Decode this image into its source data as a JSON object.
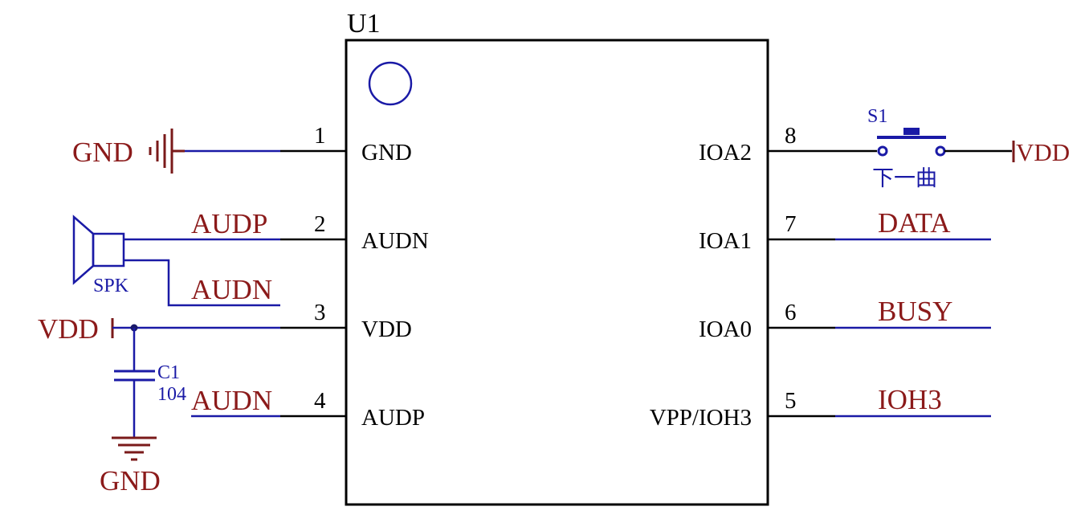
{
  "chip": {
    "ref": "U1",
    "left_pins": [
      {
        "num": "1",
        "name": "GND"
      },
      {
        "num": "2",
        "name": "AUDN"
      },
      {
        "num": "3",
        "name": "VDD"
      },
      {
        "num": "4",
        "name": "AUDP"
      }
    ],
    "right_pins": [
      {
        "num": "8",
        "name": "IOA2"
      },
      {
        "num": "7",
        "name": "IOA1"
      },
      {
        "num": "6",
        "name": "IOA0"
      },
      {
        "num": "5",
        "name": "VPP/IOH3"
      }
    ]
  },
  "nets": {
    "gnd_top": "GND",
    "audp_spk": "AUDP",
    "audn_spk": "AUDN",
    "vdd_left": "VDD",
    "audn_pin4": "AUDN",
    "gnd_bottom": "GND",
    "vdd_right": "VDD",
    "data": "DATA",
    "busy": "BUSY",
    "ioh3": "IOH3"
  },
  "components": {
    "speaker": "SPK",
    "cap_ref": "C1",
    "cap_value": "104",
    "switch_ref": "S1",
    "switch_label": "下一曲"
  },
  "colors": {
    "wire_blue": "#1a1aa6",
    "net_red": "#8b1a1a",
    "symbol_dark_red": "#7a1a1a",
    "black": "#000000"
  }
}
